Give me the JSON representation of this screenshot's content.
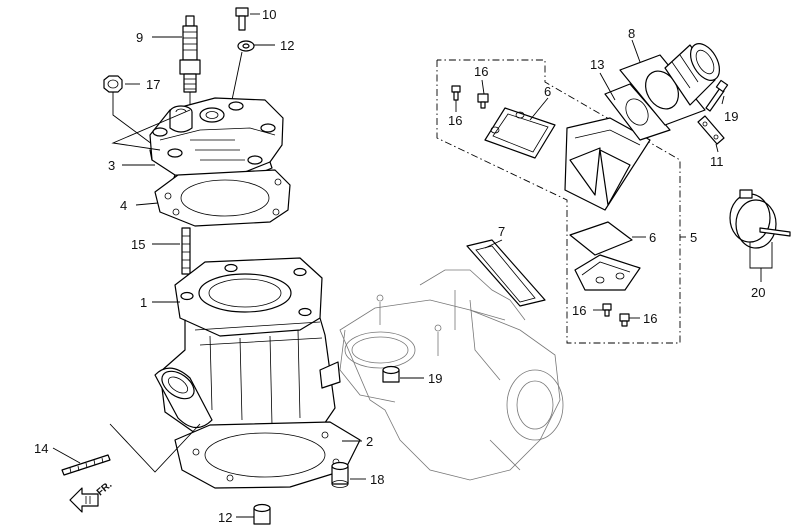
{
  "callouts": [
    {
      "id": "c1",
      "label": "1"
    },
    {
      "id": "c2",
      "label": "2"
    },
    {
      "id": "c3",
      "label": "3"
    },
    {
      "id": "c4",
      "label": "4"
    },
    {
      "id": "c5",
      "label": "5"
    },
    {
      "id": "c6a",
      "label": "6"
    },
    {
      "id": "c6b",
      "label": "6"
    },
    {
      "id": "c7",
      "label": "7"
    },
    {
      "id": "c8",
      "label": "8"
    },
    {
      "id": "c9",
      "label": "9"
    },
    {
      "id": "c10",
      "label": "10"
    },
    {
      "id": "c11",
      "label": "11"
    },
    {
      "id": "c12a",
      "label": "12"
    },
    {
      "id": "c12b",
      "label": "12"
    },
    {
      "id": "c13",
      "label": "13"
    },
    {
      "id": "c14",
      "label": "14"
    },
    {
      "id": "c15",
      "label": "15"
    },
    {
      "id": "c16a",
      "label": "16"
    },
    {
      "id": "c16b",
      "label": "16"
    },
    {
      "id": "c16c",
      "label": "16"
    },
    {
      "id": "c16d",
      "label": "16"
    },
    {
      "id": "c17",
      "label": "17"
    },
    {
      "id": "c18",
      "label": "18"
    },
    {
      "id": "c19a",
      "label": "19"
    },
    {
      "id": "c19b",
      "label": "19"
    },
    {
      "id": "c20",
      "label": "20"
    }
  ],
  "direction_marker": {
    "label": "FR.",
    "icon": "front-direction-arrow-icon"
  }
}
